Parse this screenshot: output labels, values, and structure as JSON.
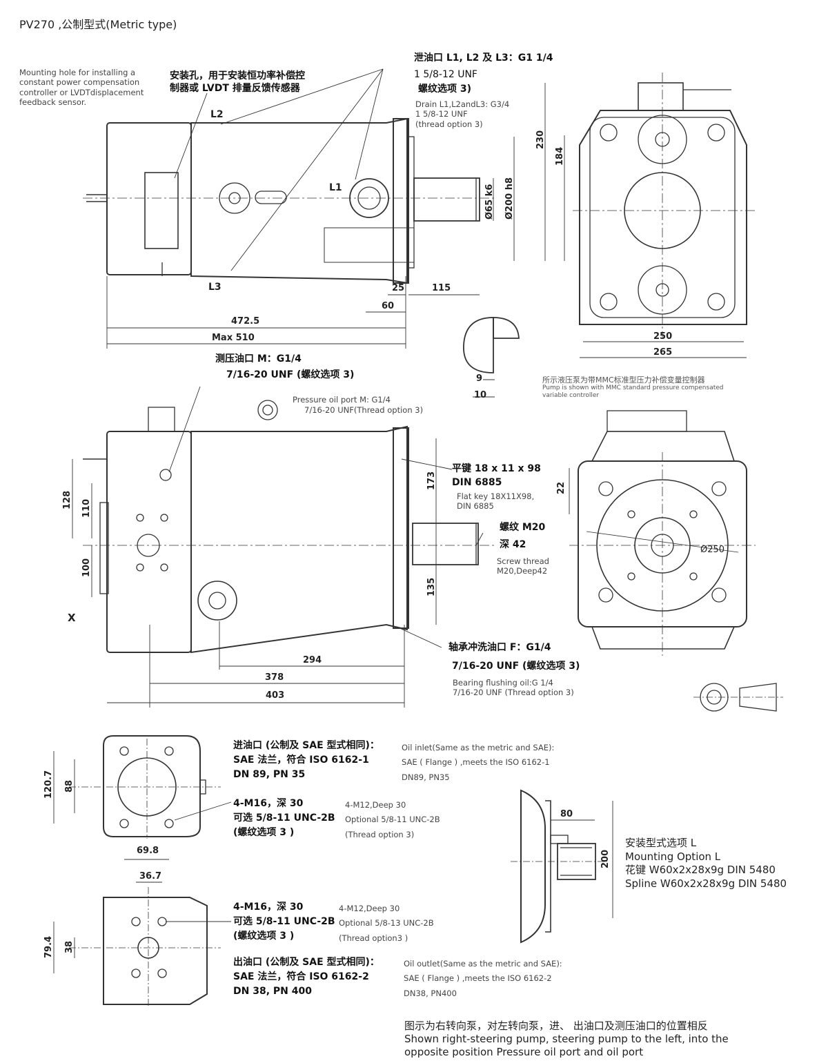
{
  "title": "PV270 ,公制型式(Metric type)",
  "notes": {
    "mount_hole_en": [
      "Mounting hole for installing a",
      "constant power compensation",
      "controller or LVDTdisplacement",
      "feedback sensor."
    ],
    "mount_hole_cn": [
      "安装孔，用于安装恒功率补偿控",
      "制器或 LVDT 排量反馈传感器"
    ],
    "drain_cn": "泄油口 L1, L2 及 L3：G1 1/4",
    "drain_cn2": "1 5/8-12 UNF",
    "drain_cn3": "螺纹选项 3)",
    "drain_en": [
      "Drain L1,L2andL3: G3/4",
      "1 5/8-12 UNF",
      "(thread option 3)"
    ],
    "pressure_port_cn": "测压油口 M：G1/4",
    "pressure_port_cn2": "7/16-20 UNF (螺纹选项 3)",
    "pressure_port_en": [
      "Pressure oil port M: G1/4",
      "7/16-20 UNF(Thread option 3)"
    ],
    "mmc_cn": "所示液压泵为带MMC标准型压力补偿变量控制器",
    "mmc_en": [
      "Pump is shown with MMC standard pressure compensated",
      "variable controller"
    ],
    "key_cn": "平键 18 x 11 x 98",
    "key_cn2": "DIN 6885",
    "key_en": [
      "Flat key 18X11X98,",
      "DIN 6885"
    ],
    "screw_cn": "螺纹 M20",
    "screw_cn2": "深 42",
    "screw_en": [
      "Screw thread",
      "M20,Deep42"
    ],
    "flush_cn": "轴承冲洗油口 F：G1/4",
    "flush_cn2": "7/16-20 UNF (螺纹选项 3)",
    "flush_en": [
      "Bearing flushing oil:G 1/4",
      "7/16-20 UNF (Thread option 3)"
    ],
    "inlet_cn": [
      "进油口 (公制及 SAE 型式相同)：",
      "SAE 法兰，符合 ISO 6162-1",
      "DN 89, PN 35"
    ],
    "inlet_en": [
      "Oil inlet(Same as the metric and SAE):",
      "SAE ( Flange ) ,meets the ISO 6162-1",
      "DN89, PN35"
    ],
    "inlet_bolt_cn": [
      "4-M16，深 30",
      "可选 5/8-11 UNC-2B",
      "(螺纹选项 3 )"
    ],
    "inlet_bolt_en": [
      "4-M12,Deep  30",
      "Optional 5/8-11 UNC-2B",
      "(Thread option 3)"
    ],
    "outlet_bolt_cn": [
      "4-M16，深 30",
      "可选 5/8-11 UNC-2B",
      "(螺纹选项 3 )"
    ],
    "outlet_bolt_en": [
      "4-M12,Deep 30",
      "Optional 5/8-13 UNC-2B",
      "(Thread option3 )"
    ],
    "outlet_cn": [
      "出油口 (公制及 SAE 型式相同)：",
      "SAE 法兰，符合 ISO 6162-2",
      "DN 38, PN 400"
    ],
    "outlet_en": [
      "Oil outlet(Same as the metric and SAE):",
      "SAE ( Flange ) ,meets the ISO 6162-2",
      "DN38, PN400"
    ],
    "option_l": [
      "安装型式选项 L",
      "Mounting Option L",
      "花键 W60x2x28x9g DIN 5480",
      "Spline W60x2x28x9g DIN 5480"
    ],
    "footer": [
      "图示为右转向泵，对左转向泵，进、 出油口及测压油口的位置相反",
      "Shown right-steering pump, steering pump to the left, into the",
      "opposite position Pressure oil port and oil port"
    ]
  },
  "labels": {
    "L1": "L1",
    "L2": "L2",
    "L3": "L3",
    "X": "X"
  },
  "dims": {
    "d4725": "472.5",
    "max510": "Max 510",
    "d25": "25",
    "d60": "60",
    "d115": "115",
    "d65": "Ø65 k6",
    "d200": "Ø200 h8",
    "d230": "230",
    "d184": "184",
    "d250": "250",
    "d265": "265",
    "d9": "9",
    "d10": "10",
    "d173": "173",
    "d135": "135",
    "d128": "128",
    "d110": "110",
    "d100": "100",
    "d294": "294",
    "d378": "378",
    "d403": "403",
    "d22": "22",
    "d250c": "Ø250",
    "d1207": "120.7",
    "d88": "88",
    "d698": "69.8",
    "d367": "36.7",
    "d794": "79.4",
    "d38": "38",
    "d80": "80",
    "d200b": "200"
  }
}
